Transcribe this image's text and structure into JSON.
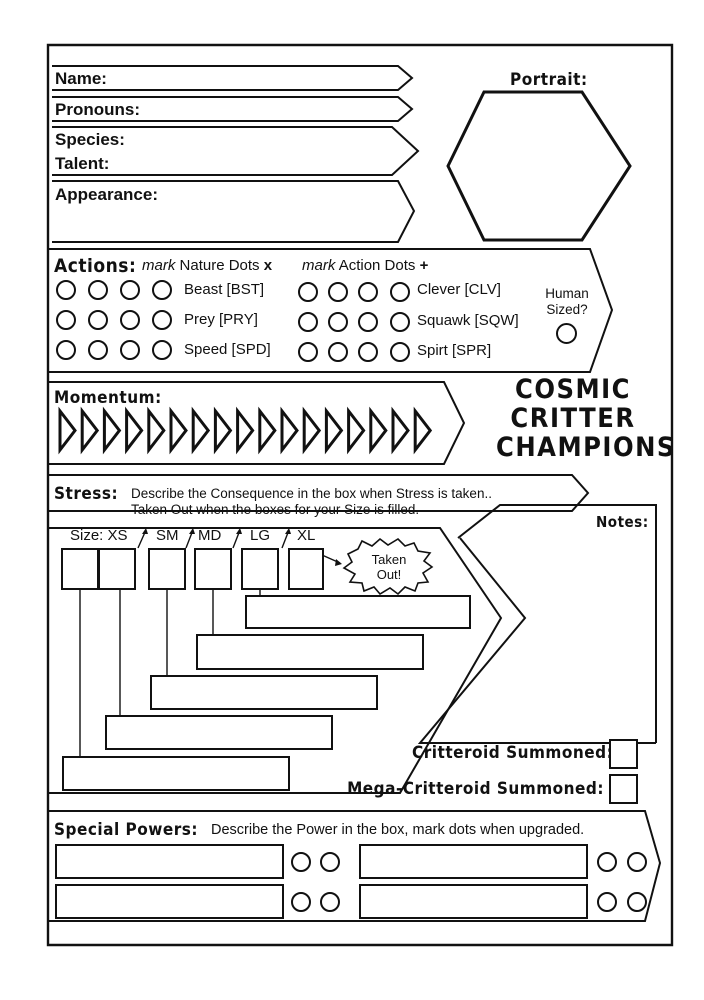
{
  "fields": {
    "name": "Name:",
    "pronouns": "Pronouns:",
    "species": "Species:",
    "talent": "Talent:",
    "appearance": "Appearance:"
  },
  "portrait": {
    "label": "Portrait:"
  },
  "actions": {
    "title": "Actions:",
    "nature_hint_em": "mark",
    "nature_hint": "Nature Dots",
    "nature_mark": "x",
    "action_hint_em": "mark",
    "action_hint": "Action Dots",
    "action_mark": "+",
    "nature": [
      "Beast [BST]",
      "Prey [PRY]",
      "Speed [SPD]"
    ],
    "action": [
      "Clever [CLV]",
      "Squawk [SQW]",
      "Spirt [SPR]"
    ],
    "human_sized_line1": "Human",
    "human_sized_line2": "Sized?"
  },
  "momentum": {
    "title": "Momentum:",
    "count": 17
  },
  "logo": {
    "line1": "COSMIC",
    "line2": "CRITTER",
    "line3": "CHAMPIONS"
  },
  "stress": {
    "title": "Stress:",
    "line1": "Describe the Consequence in the box when Stress is taken..",
    "line2": "Taken Out when the boxes for your Size is filled.",
    "sizes": [
      "Size: XS",
      "SM",
      "MD",
      "LG",
      "XL"
    ],
    "taken_out_line1": "Taken",
    "taken_out_line2": "Out!"
  },
  "notes": {
    "label": "Notes:"
  },
  "summons": {
    "critteroid": "Critteroid Summoned:",
    "mega": "Mega-Critteroid Summoned:"
  },
  "special": {
    "title": "Special Powers:",
    "hint": "Describe the Power in the box, mark dots when upgraded."
  }
}
